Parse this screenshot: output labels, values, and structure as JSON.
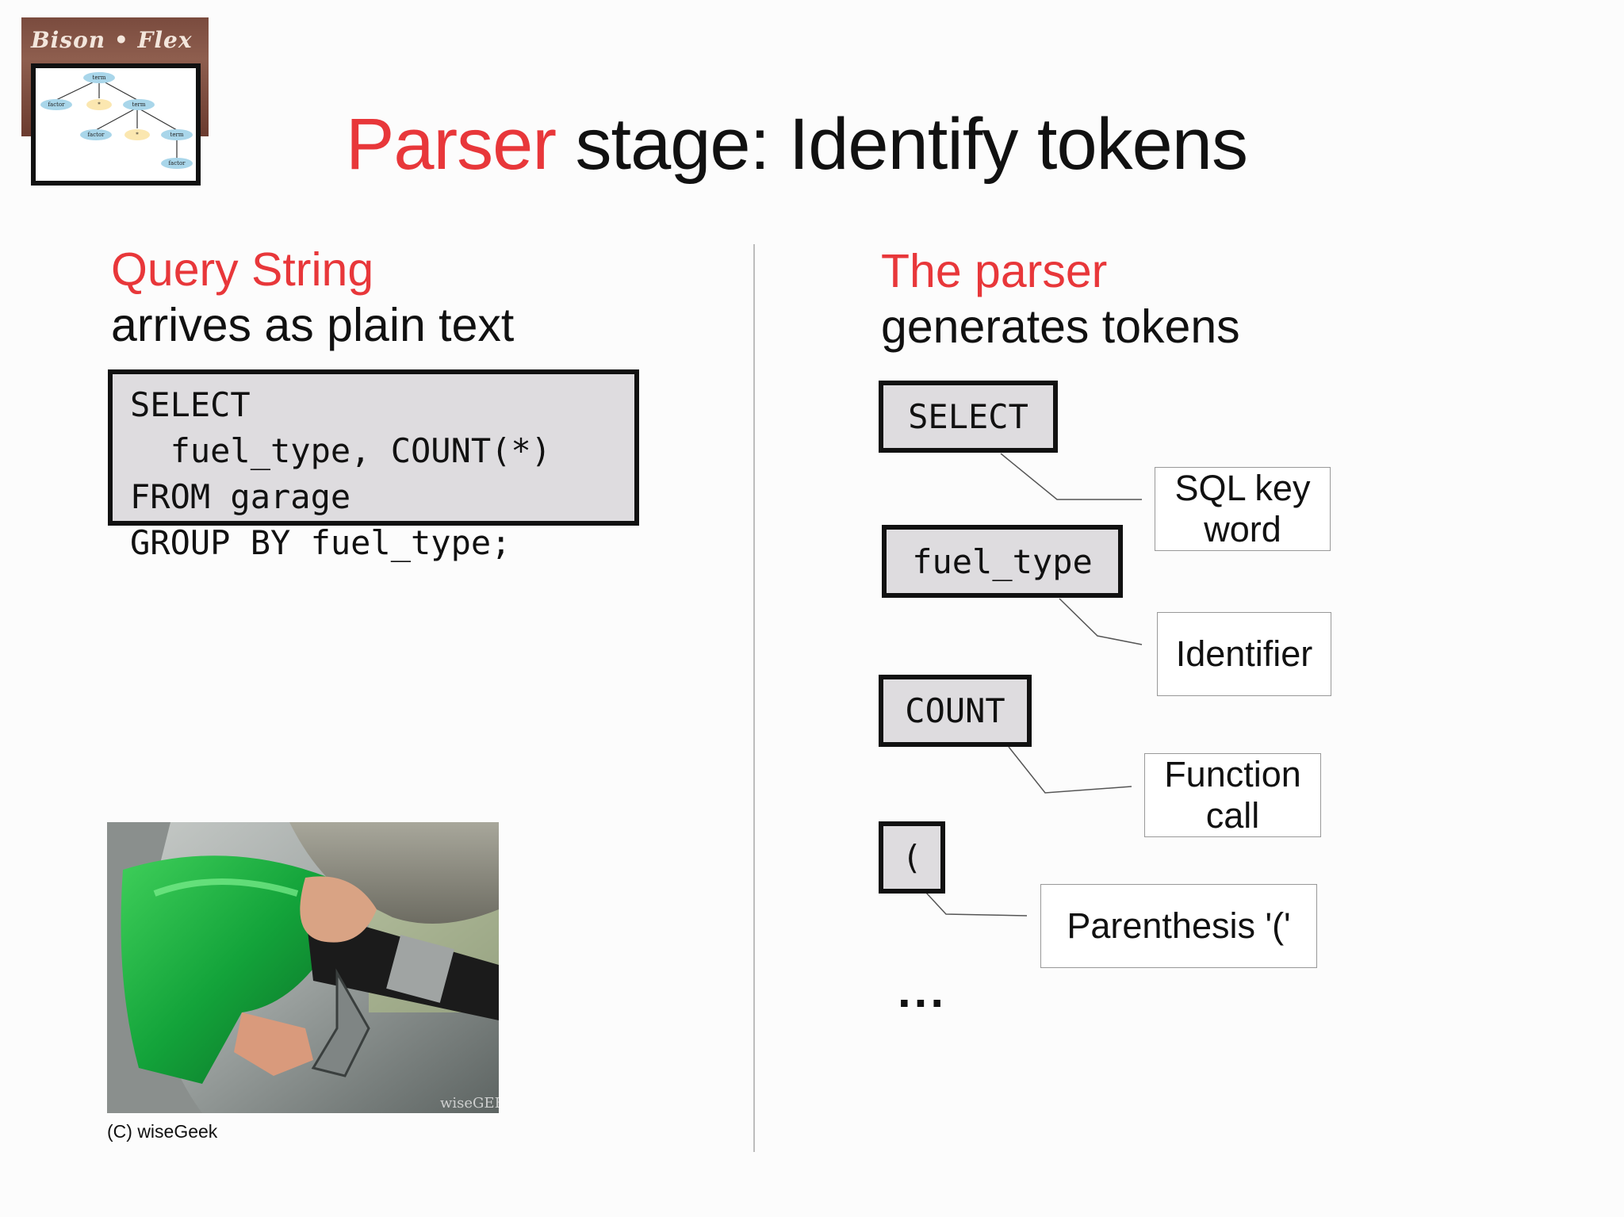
{
  "logo": {
    "brand_text": "Bison • Flex",
    "tree_nodes": [
      "term",
      "factor",
      "*",
      "term",
      "factor",
      "*",
      "term",
      "factor"
    ]
  },
  "title": {
    "accent": "Parser",
    "rest": " stage: Identify tokens"
  },
  "left": {
    "heading": "Query String",
    "subheading": "arrives as plain text",
    "code_lines": [
      "SELECT",
      "  fuel_type, COUNT(*)",
      "FROM garage",
      "GROUP BY fuel_type;"
    ],
    "image_credit": "(C) wiseGeek",
    "image_watermark": "wiseGEEK"
  },
  "right": {
    "heading": "The parser",
    "subheading": "generates tokens",
    "tokens": [
      {
        "token": "SELECT",
        "label": "SQL key\nword"
      },
      {
        "token": "fuel_type",
        "label": "Identifier"
      },
      {
        "token": "COUNT",
        "label": "Function\ncall"
      },
      {
        "token": "(",
        "label": "Parenthesis '('"
      }
    ],
    "ellipsis": "..."
  },
  "colors": {
    "accent": "#e8373a",
    "code_bg": "#dedcdf",
    "text": "#111111"
  }
}
